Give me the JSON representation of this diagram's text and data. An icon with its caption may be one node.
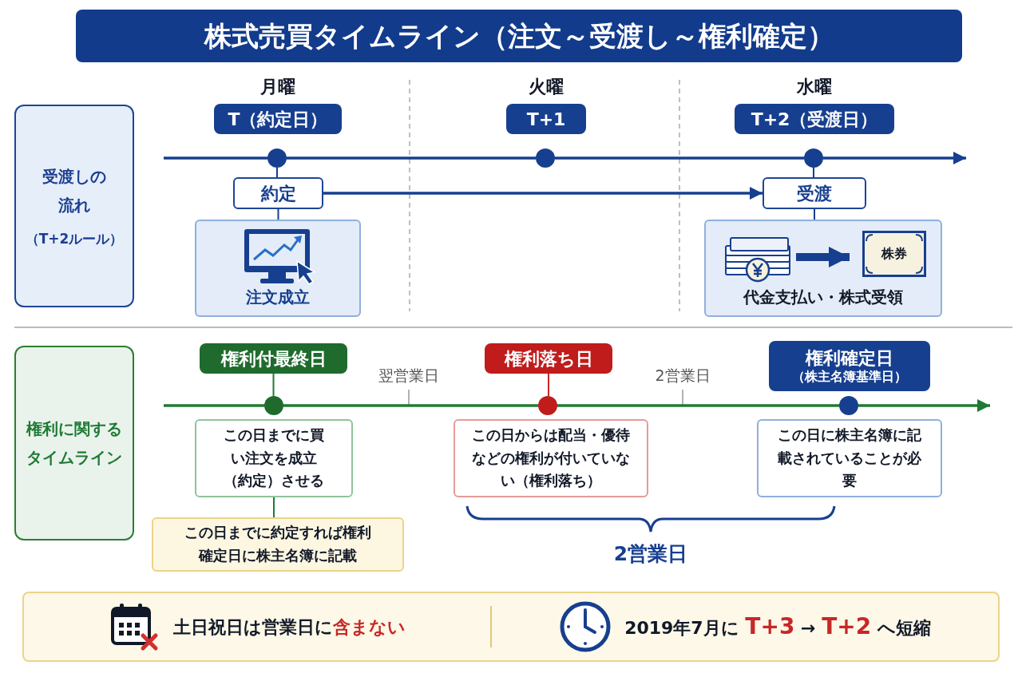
{
  "diagram": {
    "title": "株式売買タイムライン（注文～受渡し～権利確定）",
    "nodes": [
      {
        "text": [
          "受渡しの流れ",
          "（T+2ルール）"
        ]
      },
      {
        "text": [
          "T（約定日）"
        ],
        "beside": [
          "月曜"
        ]
      },
      {
        "text": [
          "T+1"
        ],
        "beside": [
          "火曜"
        ]
      },
      {
        "text": [
          "T+2（受渡日）"
        ],
        "beside": [
          "水曜"
        ]
      },
      {
        "text": [],
        "shape": "circle"
      },
      {
        "text": [],
        "shape": "circle"
      },
      {
        "text": [],
        "shape": "circle"
      },
      {
        "text": [
          "約定"
        ]
      },
      {
        "text": [
          "受渡"
        ]
      },
      {
        "text": [
          "注文成立"
        ]
      },
      {
        "text": [
          "代金支払い・株式受領"
        ]
      },
      {
        "text": [],
        "shape": "picture",
        "in": 10
      },
      {
        "text": [
          "株券"
        ],
        "in": 10
      },
      {
        "text": [
          "権利に関するタイムライン"
        ]
      },
      {
        "text": [
          "権利付最終日"
        ]
      },
      {
        "text": [
          "権利落ち日"
        ]
      },
      {
        "text": [
          "権利確定日",
          "（株主名簿基準日）"
        ]
      },
      {
        "text": [],
        "shape": "circle"
      },
      {
        "text": [],
        "shape": "circle"
      },
      {
        "text": [],
        "shape": "circle"
      },
      {
        "text": [
          "この日までに買い注文を成立（約定）させる"
        ]
      },
      {
        "text": [
          "この日からは配当・優待などの権利が付いていない（権利落ち）"
        ]
      },
      {
        "text": [
          "この日に株主名簿に記載されていることが必要"
        ]
      },
      {
        "text": [
          "この日までに約定すれば権利確定日に株主名簿に記載"
        ]
      },
      {
        "text": [
          "土日祝日は営業日に**含まない**",
          "2019年7月に **T+3** → **T+2** へ短縮"
        ]
      }
    ],
    "edges": [
      {
        "from": null,
        "to": 4,
        "arrow": "none"
      },
      {
        "from": 4,
        "to": 5,
        "arrow": "none"
      },
      {
        "from": 5,
        "to": 6,
        "arrow": "none"
      },
      {
        "from": 6,
        "to": null,
        "arrow": "to"
      },
      {
        "from": 4,
        "to": 7,
        "arrow": "none"
      },
      {
        "from": 7,
        "to": 9,
        "arrow": "none"
      },
      {
        "from": 7,
        "to": 8,
        "arrow": "to"
      },
      {
        "from": 6,
        "to": 8,
        "arrow": "none"
      },
      {
        "from": 8,
        "to": 10,
        "arrow": "none"
      },
      {
        "from": 11,
        "to": 12,
        "arrow": "to",
        "style": "thick"
      },
      {
        "from": null,
        "to": 17,
        "arrow": "none",
        "color": "#1f7a33"
      },
      {
        "from": 17,
        "to": 18,
        "arrow": "none",
        "color": "#1f7a33"
      },
      {
        "from": 18,
        "to": 19,
        "arrow": "none",
        "color": "#1f7a33"
      },
      {
        "from": 19,
        "to": null,
        "arrow": "to",
        "color": "#1f7a33"
      },
      {
        "from": 14,
        "to": 17,
        "arrow": "none",
        "color": "#1f7a33"
      },
      {
        "from": 15,
        "to": 18,
        "arrow": "none",
        "color": "#c62828"
      },
      {
        "from": 20,
        "to": 23,
        "arrow": "none",
        "color": "#1f7a33"
      }
    ],
    "labels": [
      "翌営業日",
      "2営業日",
      "2営業日"
    ]
  }
}
